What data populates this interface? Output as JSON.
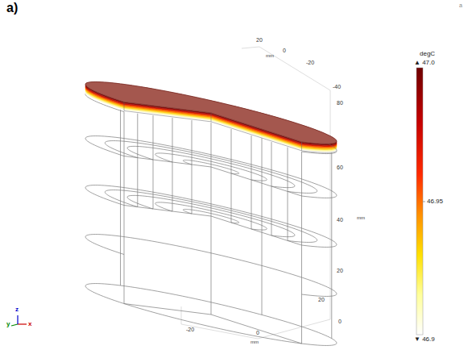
{
  "diagram": {
    "labels": [
      "a)",
      "a",
      "20",
      "0",
      "mm",
      "-20",
      "-40",
      "80",
      "60",
      "40",
      "mm",
      "20",
      "0",
      "20",
      "0",
      "mm",
      "-20",
      "degC",
      "▲ 47.0",
      "46.95",
      "▼ 46.9",
      "y",
      "z",
      "x"
    ]
  }
}
